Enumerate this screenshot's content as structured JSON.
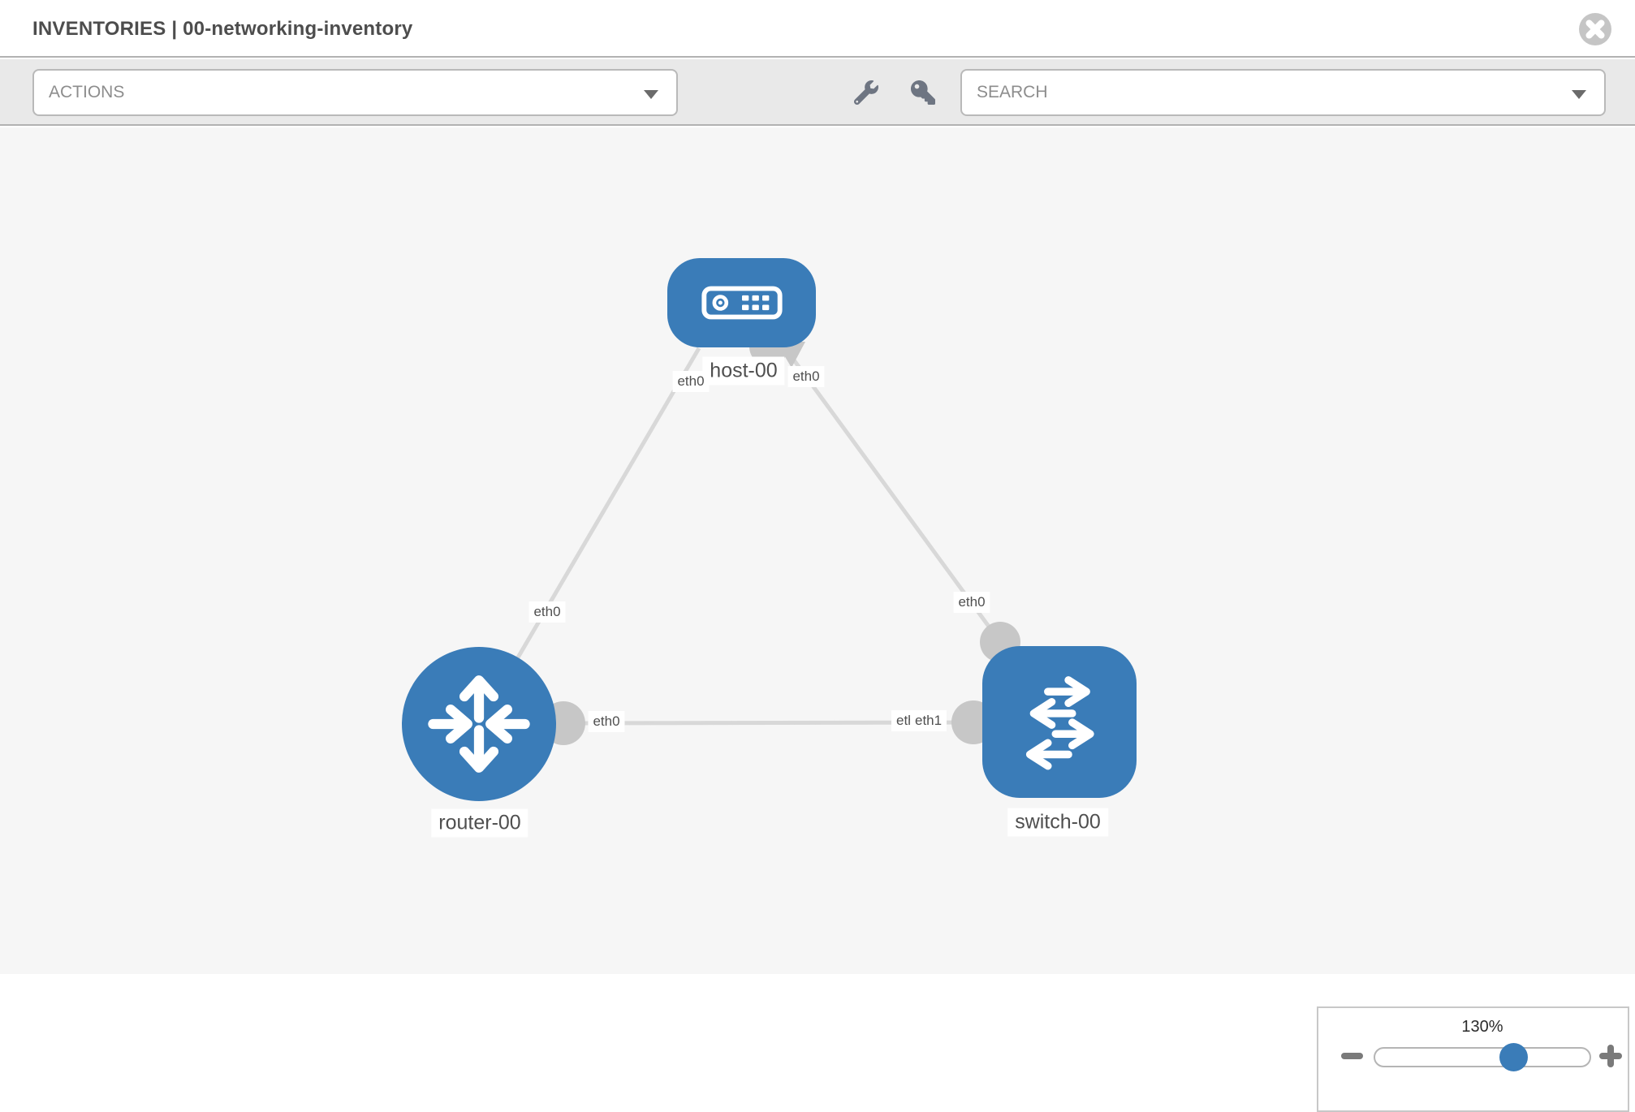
{
  "header": {
    "title": "INVENTORIES | 00-networking-inventory",
    "close_icon": "times-circle-icon"
  },
  "toolbar": {
    "actions_label": "ACTIONS",
    "search_label": "SEARCH",
    "tool_icons": [
      "wrench-icon",
      "key-icon"
    ]
  },
  "topology": {
    "nodes": [
      {
        "id": "host-00",
        "label": "host-00",
        "type": "host",
        "shape": "rounded-rect",
        "icon": "server-icon"
      },
      {
        "id": "router-00",
        "label": "router-00",
        "type": "router",
        "shape": "circle",
        "icon": "router-arrows-icon"
      },
      {
        "id": "switch-00",
        "label": "switch-00",
        "type": "switch",
        "shape": "rounded-square",
        "icon": "switch-arrows-icon"
      }
    ],
    "links": [
      {
        "source": "host-00",
        "target": "router-00",
        "source_interface": "eth0",
        "target_interface": "eth0"
      },
      {
        "source": "host-00",
        "target": "switch-00",
        "source_interface": "eth0",
        "target_interface": "eth0"
      },
      {
        "source": "router-00",
        "target": "switch-00",
        "source_interface": "eth0",
        "target_interface": "eth1",
        "overlapped_interface_label": "eth0"
      }
    ],
    "colors": {
      "node_fill": "#3a7cb8",
      "link": "#d8d8d8",
      "connector": "#c7c7c7",
      "canvas_bg": "#f6f6f6"
    }
  },
  "zoom_control": {
    "level": "130%",
    "minus_icon": "minus-icon",
    "plus_icon": "plus-icon"
  }
}
